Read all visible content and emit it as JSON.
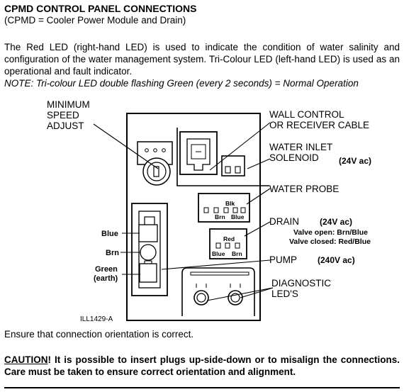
{
  "title": "CPMD CONTROL PANEL CONNECTIONS",
  "subtitle": "(CPMD = Cooler Power Module and Drain)",
  "para1": "The Red LED (right-hand LED) is used to indicate the condition of water salinity and configuration of the water management system. Tri-Colour LED (left-hand LED) is used as an operational and fault indicator.",
  "note": "NOTE: Tri-colour LED double flashing Green (every 2 seconds) = Normal Operation",
  "diagram": {
    "min_speed_line1": "MINIMUM",
    "min_speed_line2": "SPEED",
    "min_speed_line3": "ADJUST",
    "wall_control_line1": "WALL CONTROL",
    "wall_control_line2": "OR RECEIVER CABLE",
    "water_inlet_line1": "WATER INLET",
    "water_inlet_line2": "SOLENOID",
    "water_inlet_volt": "(24V ac)",
    "water_probe": "WATER PROBE",
    "drain": "DRAIN",
    "drain_volt": "(24V ac)",
    "valve_open": "Valve open: Brn/Blue",
    "valve_closed": "Valve closed: Red/Blue",
    "pump": "PUMP",
    "pump_volt": "(240V ac)",
    "diagnostic_line1": "DIAGNOSTIC",
    "diagnostic_line2": "LED'S",
    "blue": "Blue",
    "brn": "Brn",
    "green": "Green",
    "earth": "(earth)",
    "probe_blk": "Blk",
    "probe_brn": "Brn",
    "probe_blue": "Blue",
    "drain_red": "Red",
    "drain_blue": "Blue",
    "drain_brn": "Brn",
    "ill_code": "ILL1429-A"
  },
  "ensure": "Ensure that connection orientation is correct.",
  "caution_word": "CAUTION",
  "caution_text": "!  It is possible to insert plugs up-side-down or to misalign the connections. Care must be taken to ensure correct orientation and alignment."
}
